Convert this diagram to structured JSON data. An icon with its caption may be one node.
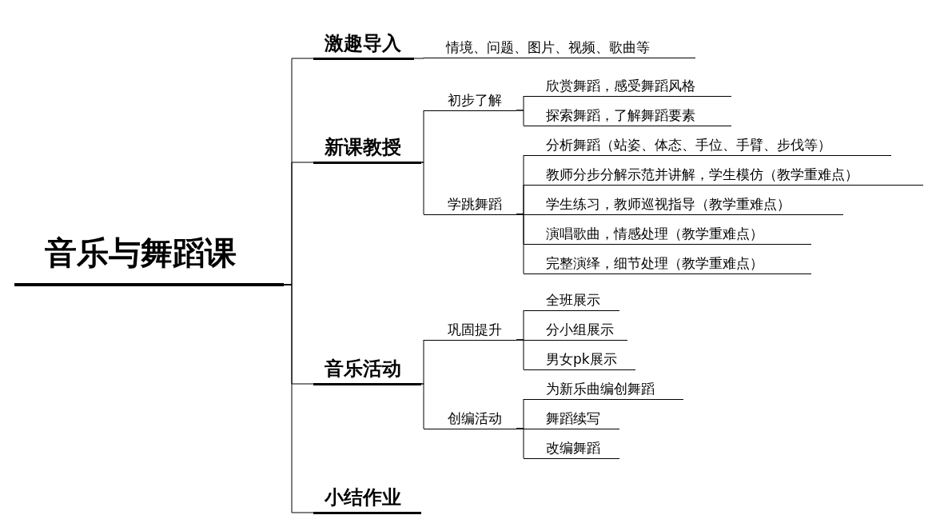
{
  "diagram": {
    "nodes": [
      {
        "text": [
          "音乐与舞蹈课"
        ]
      },
      {
        "text": [
          "激趣导入"
        ]
      },
      {
        "text": [
          "情境、问题、图片、视频、歌曲等"
        ]
      },
      {
        "text": [
          "新课教授"
        ]
      },
      {
        "text": [
          "初步了解"
        ]
      },
      {
        "text": [
          "欣赏舞蹈，感受舞蹈风格"
        ]
      },
      {
        "text": [
          "探索舞蹈，了解舞蹈要素"
        ]
      },
      {
        "text": [
          "学跳舞蹈"
        ]
      },
      {
        "text": [
          "分析舞蹈（站姿、体态、手位、手臂、步伐等）"
        ]
      },
      {
        "text": [
          "教师分步分解示范并讲解，学生模仿（教学重难点）"
        ]
      },
      {
        "text": [
          "学生练习，教师巡视指导（教学重难点）"
        ]
      },
      {
        "text": [
          "演唱歌曲，情感处理（教学重难点）"
        ]
      },
      {
        "text": [
          "完整演绎，细节处理（教学重难点）"
        ]
      },
      {
        "text": [
          "音乐活动"
        ]
      },
      {
        "text": [
          "巩固提升"
        ]
      },
      {
        "text": [
          "全班展示"
        ]
      },
      {
        "text": [
          "分小组展示"
        ]
      },
      {
        "text": [
          "男女pk展示"
        ]
      },
      {
        "text": [
          "创编活动"
        ]
      },
      {
        "text": [
          "为新乐曲编创舞蹈"
        ]
      },
      {
        "text": [
          "舞蹈续写"
        ]
      },
      {
        "text": [
          "改编舞蹈"
        ]
      },
      {
        "text": [
          "小结作业"
        ]
      }
    ],
    "edges": [
      {
        "from": 0,
        "to": 1,
        "arrow": "none"
      },
      {
        "from": 0,
        "to": 3,
        "arrow": "none"
      },
      {
        "from": 0,
        "to": 13,
        "arrow": "none"
      },
      {
        "from": 0,
        "to": 22,
        "arrow": "none"
      },
      {
        "from": 1,
        "to": 2,
        "arrow": "none"
      },
      {
        "from": 3,
        "to": 4,
        "arrow": "none"
      },
      {
        "from": 3,
        "to": 7,
        "arrow": "none"
      },
      {
        "from": 4,
        "to": 5,
        "arrow": "none"
      },
      {
        "from": 4,
        "to": 6,
        "arrow": "none"
      },
      {
        "from": 7,
        "to": 8,
        "arrow": "none"
      },
      {
        "from": 7,
        "to": 9,
        "arrow": "none"
      },
      {
        "from": 7,
        "to": 10,
        "arrow": "none"
      },
      {
        "from": 7,
        "to": 11,
        "arrow": "none"
      },
      {
        "from": 7,
        "to": 12,
        "arrow": "none"
      },
      {
        "from": 13,
        "to": 14,
        "arrow": "none"
      },
      {
        "from": 13,
        "to": 18,
        "arrow": "none"
      },
      {
        "from": 14,
        "to": 15,
        "arrow": "none"
      },
      {
        "from": 14,
        "to": 16,
        "arrow": "none"
      },
      {
        "from": 14,
        "to": 17,
        "arrow": "none"
      },
      {
        "from": 18,
        "to": 19,
        "arrow": "none"
      },
      {
        "from": 18,
        "to": 20,
        "arrow": "none"
      },
      {
        "from": 18,
        "to": 21,
        "arrow": "none"
      }
    ]
  }
}
